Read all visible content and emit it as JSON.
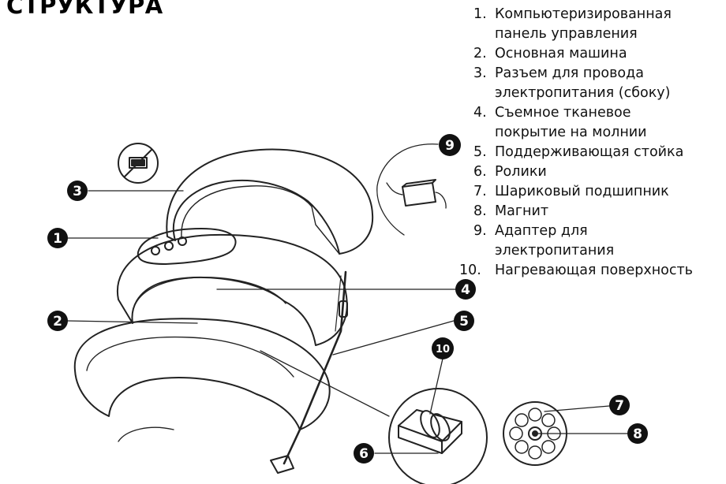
{
  "title": "СТРУКТУРА",
  "legend": [
    {
      "num": "1.",
      "lines": [
        "Компьютеризированная",
        "панель управления"
      ]
    },
    {
      "num": "2.",
      "lines": [
        "Основная машина"
      ]
    },
    {
      "num": "3.",
      "lines": [
        "Разъем для провода",
        "электропитания (сбоку)"
      ]
    },
    {
      "num": "4.",
      "lines": [
        "Съемное тканевое",
        "покрытие на молнии"
      ]
    },
    {
      "num": "5.",
      "lines": [
        "Поддерживающая стойка"
      ]
    },
    {
      "num": "6.",
      "lines": [
        "Ролики"
      ]
    },
    {
      "num": "7.",
      "lines": [
        "Шариковый подшипник"
      ]
    },
    {
      "num": "8.",
      "lines": [
        "Магнит"
      ]
    },
    {
      "num": "9.",
      "lines": [
        "Адаптер для",
        "электропитания"
      ]
    },
    {
      "num": "10.",
      "lines": [
        "Нагревающая поверхность"
      ]
    }
  ],
  "callouts": [
    "1",
    "2",
    "3",
    "4",
    "5",
    "6",
    "7",
    "8",
    "9",
    "10"
  ]
}
